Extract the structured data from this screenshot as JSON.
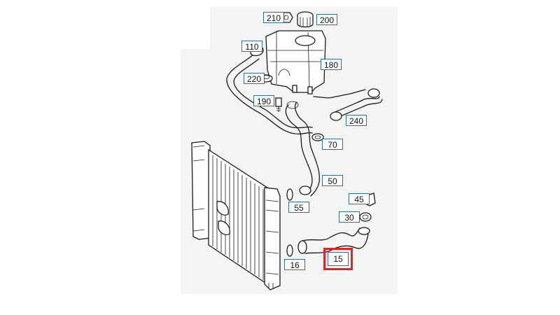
{
  "diagram": {
    "callouts": [
      {
        "label": "210"
      },
      {
        "label": "200"
      },
      {
        "label": "110"
      },
      {
        "label": "180"
      },
      {
        "label": "220"
      },
      {
        "label": "190"
      },
      {
        "label": "240"
      },
      {
        "label": "70"
      },
      {
        "label": "50"
      },
      {
        "label": "45"
      },
      {
        "label": "55"
      },
      {
        "label": "30"
      },
      {
        "label": "16"
      },
      {
        "label": "15"
      }
    ],
    "highlight_color": "#e02424",
    "callout_border_color": "#2a6f9e"
  }
}
